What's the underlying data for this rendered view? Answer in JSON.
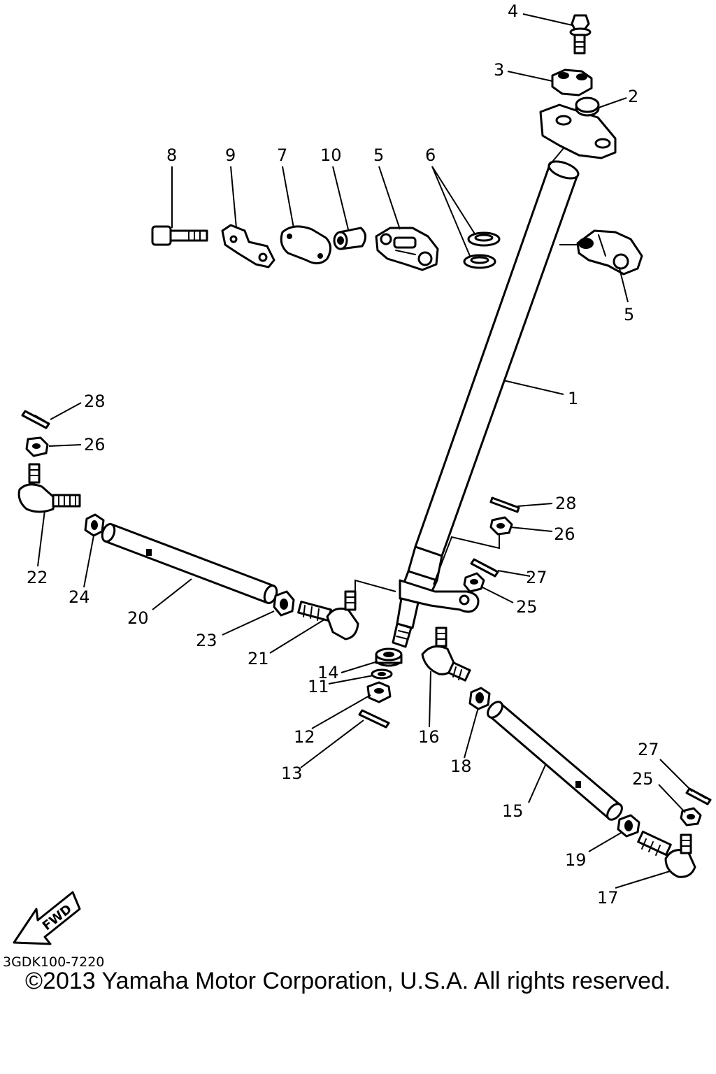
{
  "diagram": {
    "drawing_code": "3GDK100-7220",
    "fwd_label": "FWD",
    "copyright": "©2013 Yamaha Motor Corporation, U.S.A. All rights reserved.",
    "callouts": [
      {
        "id": "c1",
        "label": "1"
      },
      {
        "id": "c2",
        "label": "2"
      },
      {
        "id": "c3",
        "label": "3"
      },
      {
        "id": "c4",
        "label": "4"
      },
      {
        "id": "c5a",
        "label": "5"
      },
      {
        "id": "c5b",
        "label": "5"
      },
      {
        "id": "c6",
        "label": "6"
      },
      {
        "id": "c7",
        "label": "7"
      },
      {
        "id": "c8",
        "label": "8"
      },
      {
        "id": "c9",
        "label": "9"
      },
      {
        "id": "c10",
        "label": "10"
      },
      {
        "id": "c11",
        "label": "11"
      },
      {
        "id": "c12",
        "label": "12"
      },
      {
        "id": "c13",
        "label": "13"
      },
      {
        "id": "c14",
        "label": "14"
      },
      {
        "id": "c15",
        "label": "15"
      },
      {
        "id": "c16",
        "label": "16"
      },
      {
        "id": "c17",
        "label": "17"
      },
      {
        "id": "c18",
        "label": "18"
      },
      {
        "id": "c19",
        "label": "19"
      },
      {
        "id": "c20",
        "label": "20"
      },
      {
        "id": "c21",
        "label": "21"
      },
      {
        "id": "c22",
        "label": "22"
      },
      {
        "id": "c23",
        "label": "23"
      },
      {
        "id": "c24",
        "label": "24"
      },
      {
        "id": "c25a",
        "label": "25"
      },
      {
        "id": "c25b",
        "label": "25"
      },
      {
        "id": "c26a",
        "label": "26"
      },
      {
        "id": "c26b",
        "label": "26"
      },
      {
        "id": "c27a",
        "label": "27"
      },
      {
        "id": "c27b",
        "label": "27"
      },
      {
        "id": "c28a",
        "label": "28"
      },
      {
        "id": "c28b",
        "label": "28"
      }
    ]
  }
}
